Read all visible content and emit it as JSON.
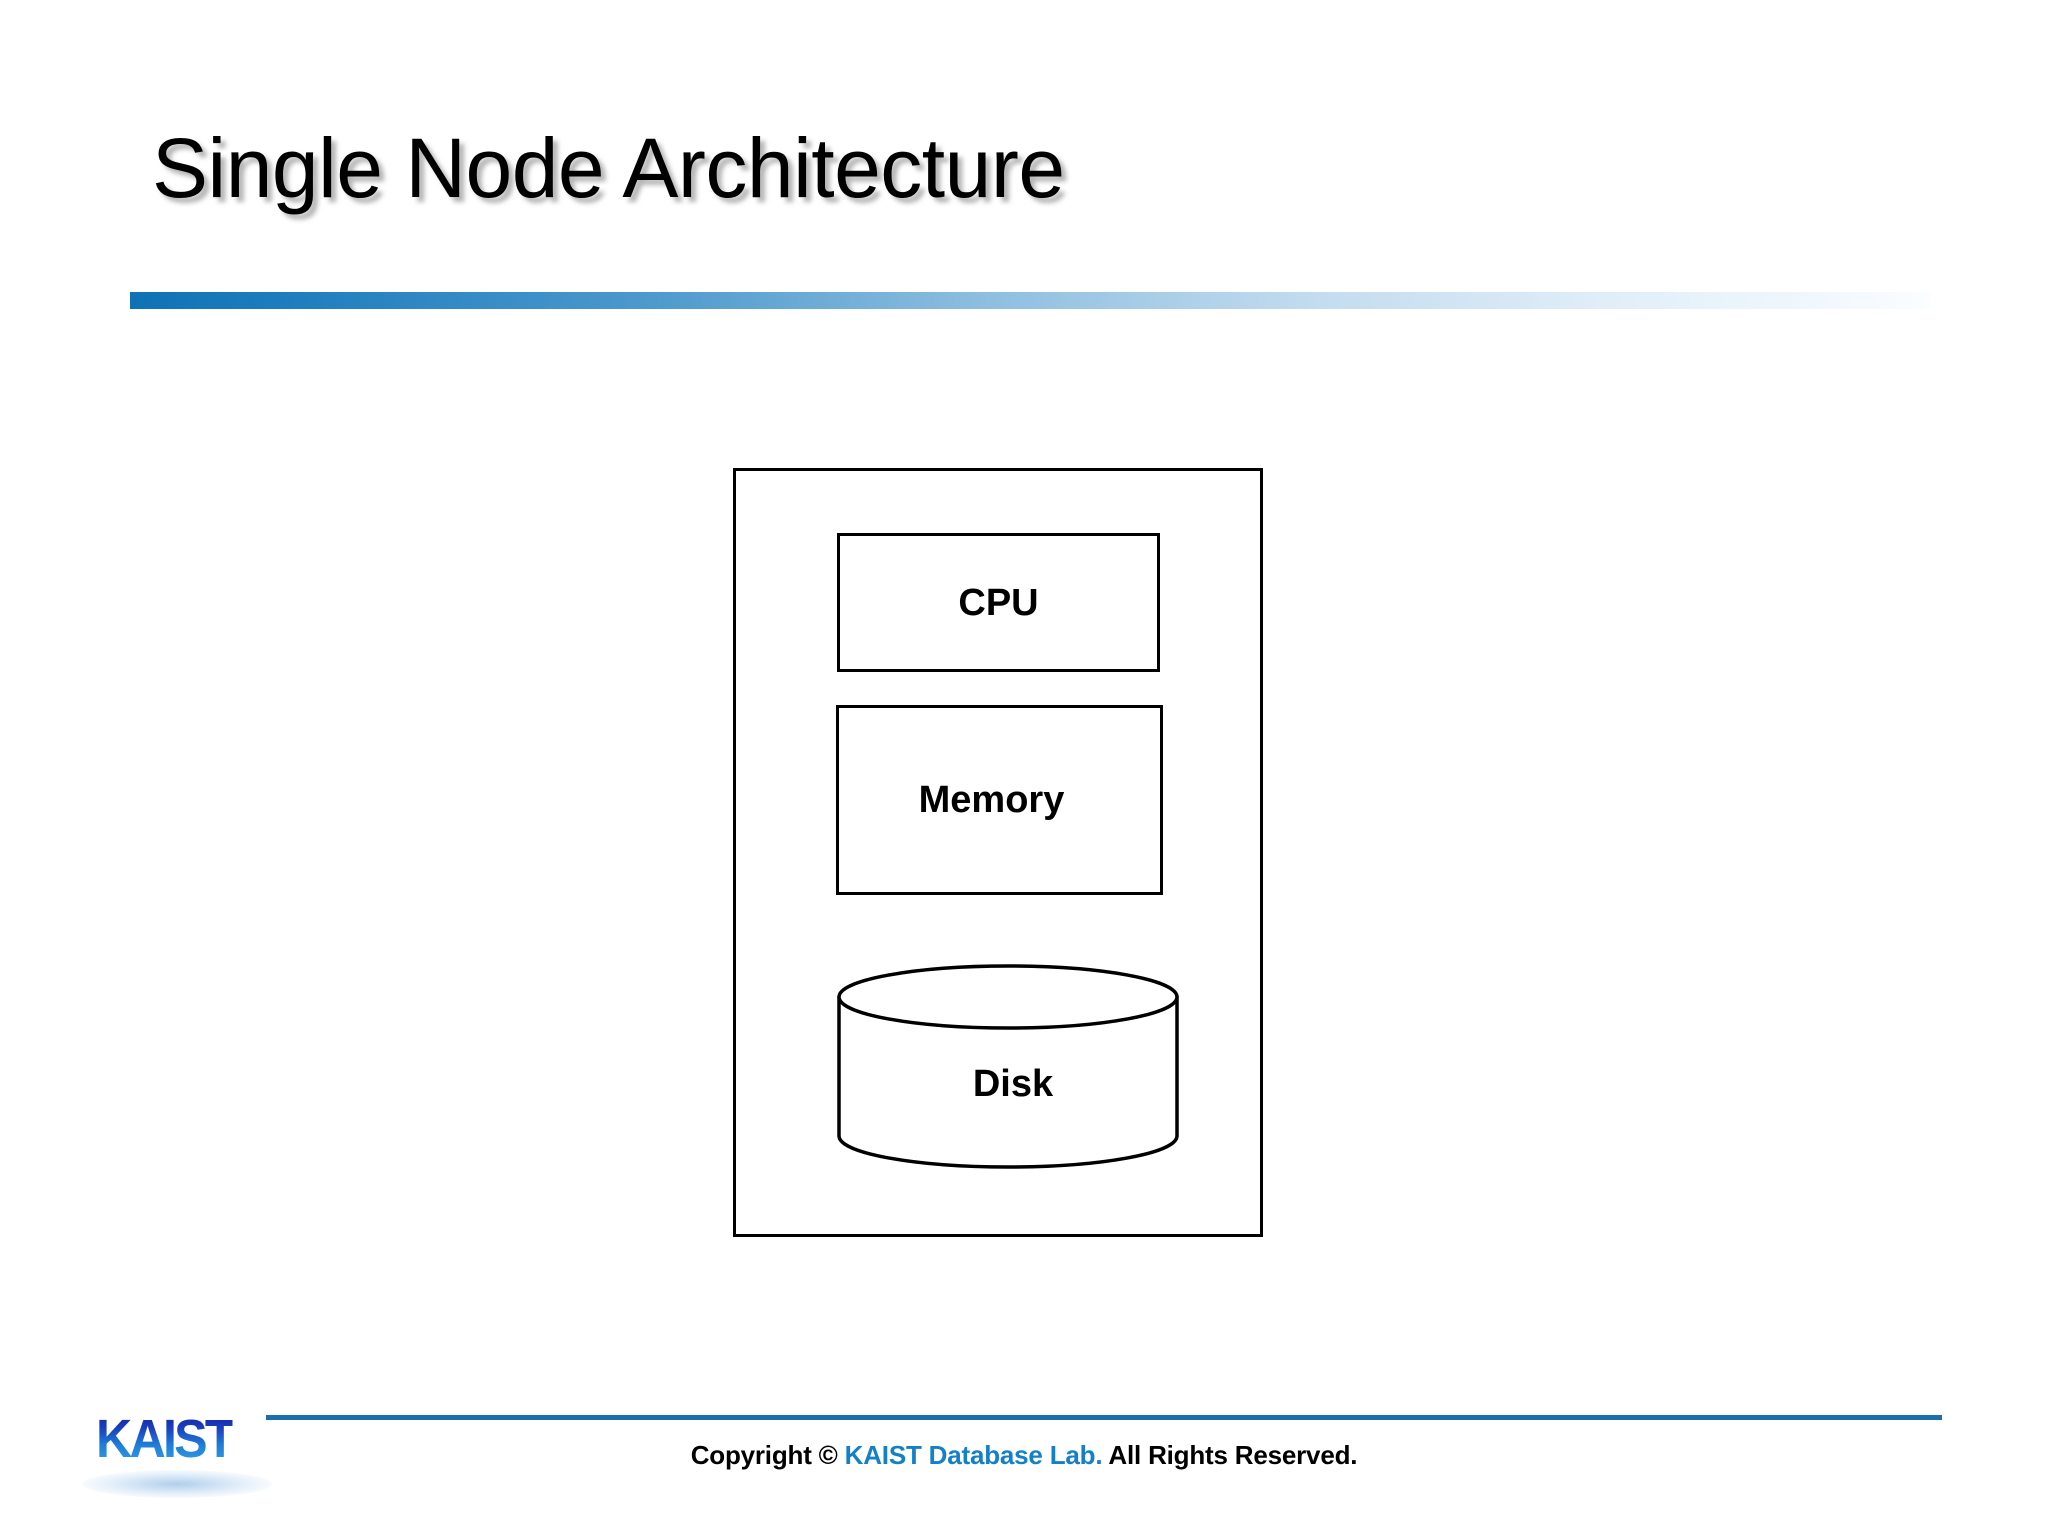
{
  "slide": {
    "title": "Single Node Architecture",
    "background_color": "#ffffff"
  },
  "divider": {
    "start_color": "#0f72b5",
    "end_color": "#fbfdff"
  },
  "diagram": {
    "name": "single-node-architecture",
    "outer_box_label": "",
    "components": [
      {
        "id": "cpu",
        "label": "CPU",
        "shape": "rectangle"
      },
      {
        "id": "memory",
        "label": "Memory",
        "shape": "rectangle"
      },
      {
        "id": "disk",
        "label": "Disk",
        "shape": "cylinder"
      }
    ]
  },
  "footer": {
    "logo_text": "KAIST",
    "copyright_prefix": "Copyright © ",
    "copyright_accent": "KAIST Database Lab.",
    "copyright_suffix": " All Rights Reserved.",
    "accent_color": "#1480c8",
    "rule_color": "#1b6ead"
  }
}
